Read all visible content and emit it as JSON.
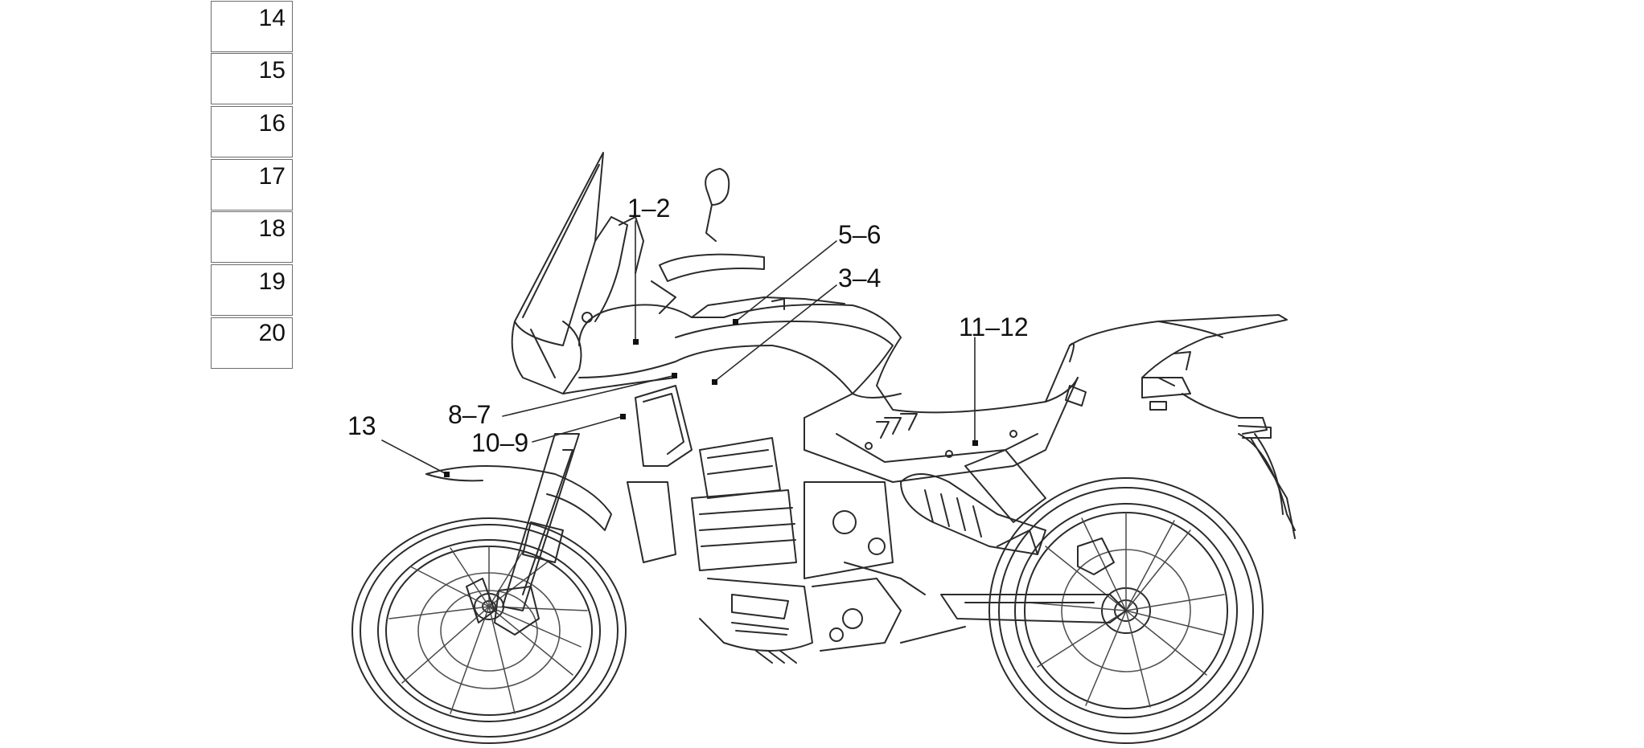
{
  "legend": [
    "14",
    "15",
    "16",
    "17",
    "18",
    "19",
    "20"
  ],
  "callouts": [
    {
      "id": "c1",
      "label": "1–2"
    },
    {
      "id": "c2",
      "label": "5–6"
    },
    {
      "id": "c3",
      "label": "3–4"
    },
    {
      "id": "c4",
      "label": "11–12"
    },
    {
      "id": "c5",
      "label": "8–7"
    },
    {
      "id": "c6",
      "label": "13"
    },
    {
      "id": "c7",
      "label": "10–9"
    }
  ],
  "colors": {
    "line": "#2b2b2b",
    "light": "#8a8a8a",
    "box": "#6d6d6d"
  }
}
